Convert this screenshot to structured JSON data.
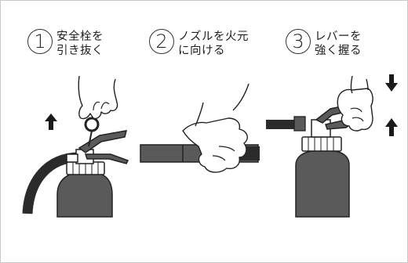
{
  "steps": [
    {
      "number": "1",
      "line1": "安全栓を",
      "line2": "引き抜く"
    },
    {
      "number": "2",
      "line1": "ノズルを火元",
      "line2": "に向ける"
    },
    {
      "number": "3",
      "line1": "レバーを",
      "line2": "強く握る"
    }
  ],
  "colors": {
    "extinguisher_body": "#5a5a5a",
    "hose": "#2b2b2b",
    "outline": "#222222",
    "arrow": "#1a1a1a"
  },
  "icons": [
    "up-arrow-icon",
    "down-arrow-icon",
    "hand-icon",
    "fire-extinguisher-icon"
  ]
}
